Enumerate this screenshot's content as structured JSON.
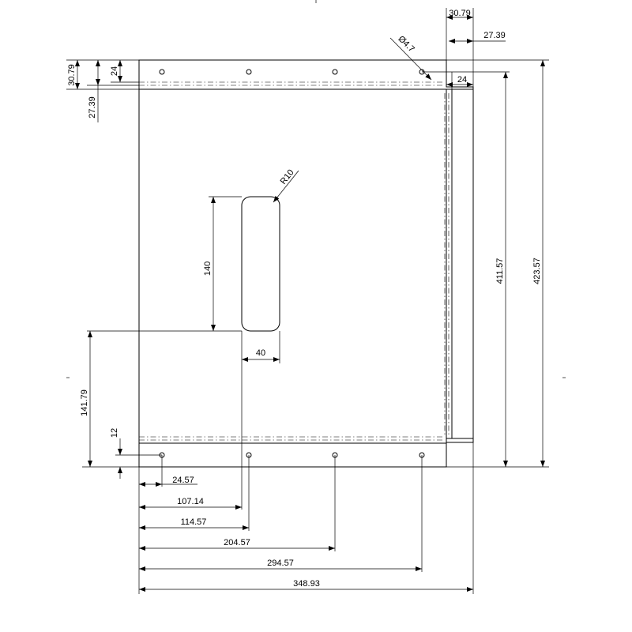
{
  "dimensions": {
    "top_30_79": "30.79",
    "top_27_39": "27.39",
    "hole_dia": "Ø4.7",
    "flange_24": "24",
    "left_30_79": "30.79",
    "left_24": "24",
    "left_27_39": "27.39",
    "slot_radius": "R10",
    "slot_length": "140",
    "slot_width": "40",
    "slot_offset_y": "141.79",
    "bottom_flange_12": "12",
    "x_24_57": "24.57",
    "x_107_14": "107.14",
    "x_114_57": "114.57",
    "x_204_57": "204.57",
    "x_294_57": "294.57",
    "x_348_93": "348.93",
    "h_411_57": "411.57",
    "h_423_57": "423.57"
  }
}
